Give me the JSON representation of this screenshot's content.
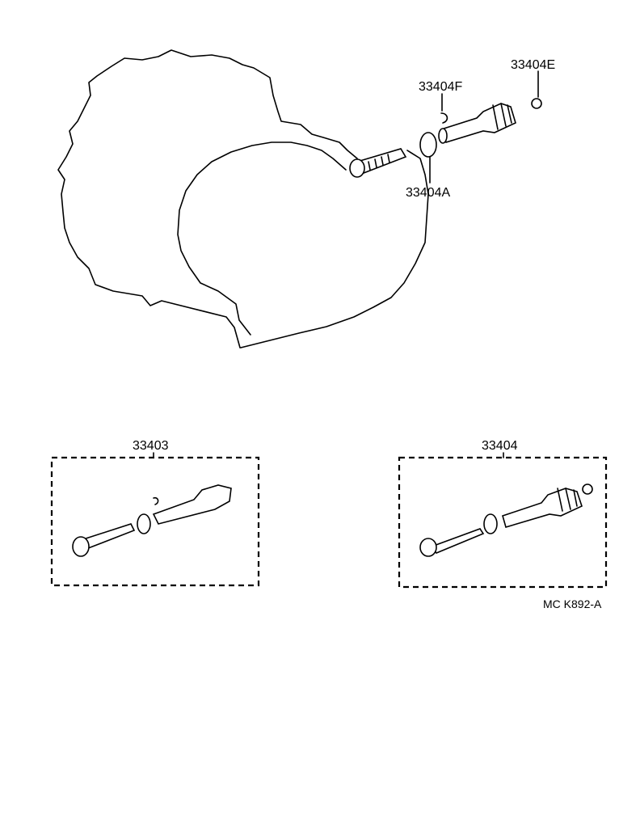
{
  "diagram": {
    "labels": {
      "nut": "33404E",
      "clip": "33404F",
      "o_ring": "33404A",
      "kit_left": "33403",
      "kit_right": "33404",
      "drawing_code": "MC K892-A"
    },
    "line_color": "#000000",
    "background": "#ffffff"
  }
}
